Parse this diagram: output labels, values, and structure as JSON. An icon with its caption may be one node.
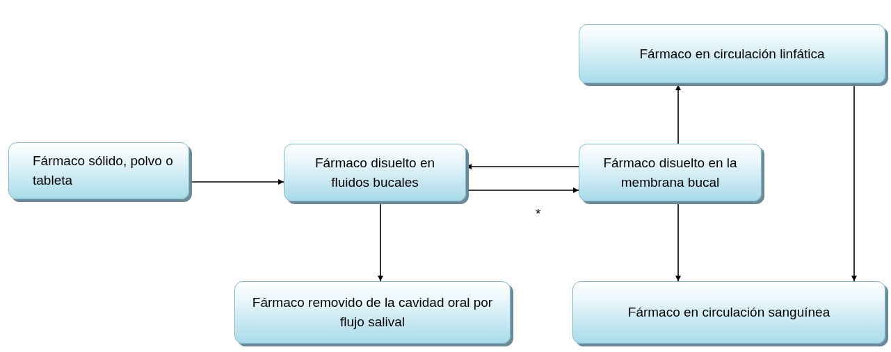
{
  "diagram": {
    "nodes": [
      {
        "text": [
          "Fármaco sólido, polvo o tableta"
        ]
      },
      {
        "text": [
          "Fármaco disuelto en fluidos bucales"
        ]
      },
      {
        "text": [
          "Fármaco disuelto en la membrana bucal"
        ]
      },
      {
        "text": [
          "Fármaco en circulación linfática"
        ]
      },
      {
        "text": [
          "Fármaco removido de la cavidad oral por flujo salival"
        ]
      },
      {
        "text": [
          "Fármaco en circulación  sanguínea"
        ]
      }
    ],
    "edges": [
      {
        "from": 0,
        "to": 1,
        "arrow": "to"
      },
      {
        "from": 2,
        "to": 1,
        "arrow": "to"
      },
      {
        "from": 1,
        "to": 2,
        "arrow": "to"
      },
      {
        "from": 2,
        "to": 3,
        "arrow": "to"
      },
      {
        "from": 1,
        "to": 4,
        "arrow": "to"
      },
      {
        "from": 2,
        "to": 5,
        "arrow": "to"
      },
      {
        "from": 3,
        "to": 5,
        "arrow": "to"
      }
    ],
    "labels": [
      "*"
    ]
  }
}
